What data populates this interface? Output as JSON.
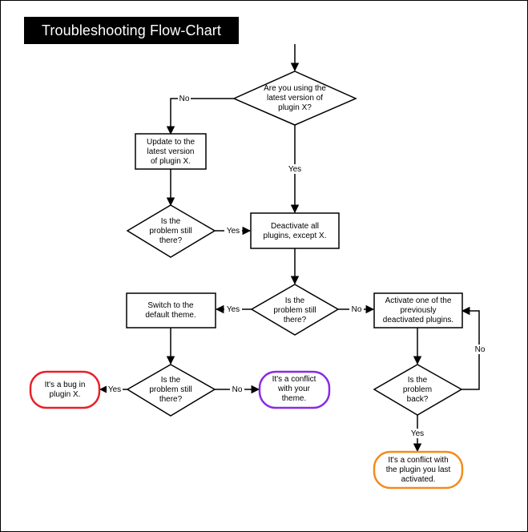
{
  "title": "Troubleshooting Flow-Chart",
  "nodes": {
    "q_latest": {
      "lines": [
        "Are you using the",
        "latest version of",
        "plugin X?"
      ]
    },
    "update": {
      "lines": [
        "Update to the",
        "latest version",
        "of plugin X."
      ]
    },
    "q_still1": {
      "lines": [
        "Is the",
        "problem still",
        "there?"
      ]
    },
    "deactivate": {
      "lines": [
        "Deactivate all",
        "plugins, except X."
      ]
    },
    "q_still2": {
      "lines": [
        "Is the",
        "problem still",
        "there?"
      ]
    },
    "switch_theme": {
      "lines": [
        "Switch to the",
        "default theme."
      ]
    },
    "activate_one": {
      "lines": [
        "Activate one of the",
        "previously",
        "deactivated plugins."
      ]
    },
    "q_still3": {
      "lines": [
        "Is the",
        "problem still",
        "there?"
      ]
    },
    "bug": {
      "lines": [
        "It's a bug in",
        "plugin X."
      ]
    },
    "theme_conflict": {
      "lines": [
        "It's a conflict",
        "with your",
        "theme."
      ]
    },
    "q_back": {
      "lines": [
        "Is the",
        "problem",
        "back?"
      ]
    },
    "plugin_conflict": {
      "lines": [
        "It's a conflict with",
        "the plugin you last",
        "activated."
      ]
    }
  },
  "edges": {
    "no1": "No",
    "yes1": "Yes",
    "yes2": "Yes",
    "yes3": "Yes",
    "no2": "No",
    "yes4": "Yes",
    "no3": "No",
    "no4": "No",
    "yes5": "Yes"
  },
  "colors": {
    "bug_border": "#e8202a",
    "theme_conflict_border": "#8a2be2",
    "plugin_conflict_border": "#f28c1e",
    "stroke": "#000000"
  }
}
